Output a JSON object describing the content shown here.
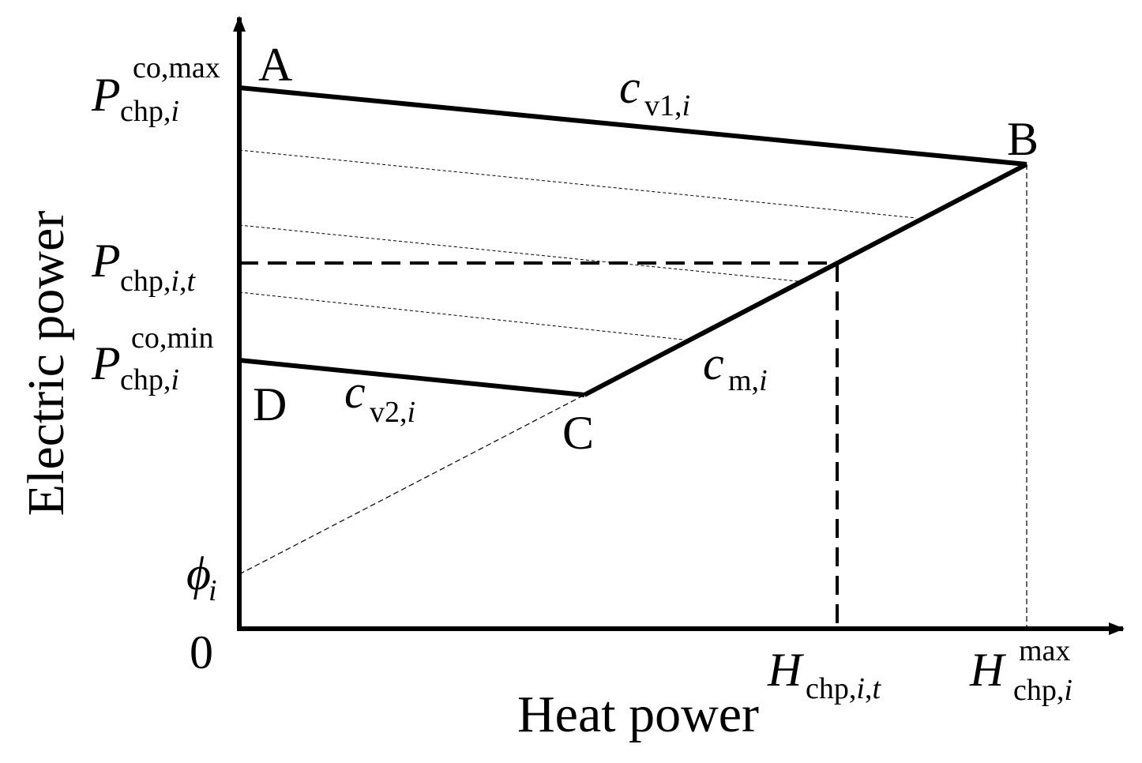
{
  "axes": {
    "x_label": "Heat power",
    "y_label": "Electric power",
    "origin_label": "0"
  },
  "points": {
    "A": "A",
    "B": "B",
    "C": "C",
    "D": "D"
  },
  "y_ticks": {
    "p_max": {
      "main": "P",
      "sub": "chp,",
      "sub_italic": "i",
      "sup": "co,max"
    },
    "p_t": {
      "main": "P",
      "sub": "chp,",
      "sub_italic": "i",
      "sub_sep": ",",
      "sub_italic2": "t"
    },
    "p_min": {
      "main": "P",
      "sub": "chp,",
      "sub_italic": "i",
      "sup": "co,min"
    },
    "phi": {
      "main": "ϕ",
      "sub_italic": "i"
    }
  },
  "x_ticks": {
    "h_t": {
      "main": "H",
      "sub": "chp,",
      "sub_italic": "i",
      "sub_sep": ",",
      "sub_italic2": "t"
    },
    "h_max": {
      "main": "H",
      "sub": "chp,",
      "sub_italic": "i",
      "sup": "max"
    }
  },
  "line_labels": {
    "cv1": {
      "main": "c",
      "sub": "v1,",
      "sub_italic": "i"
    },
    "cv2": {
      "main": "c",
      "sub": "v2,",
      "sub_italic": "i"
    },
    "cm": {
      "main": "c",
      "sub": "m,",
      "sub_italic": "i"
    }
  },
  "colors": {
    "ink": "#000000",
    "background": "#ffffff"
  }
}
